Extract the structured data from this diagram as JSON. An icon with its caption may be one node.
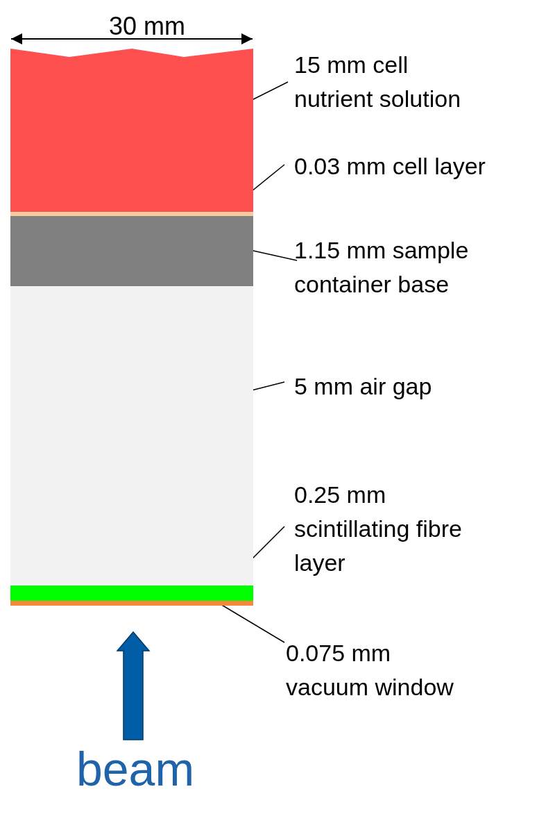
{
  "diagram": {
    "nodes": [
      {
        "text": [],
        "shape": "bar"
      },
      {
        "text": [],
        "shape": "bar"
      },
      {
        "text": [],
        "shape": "bar"
      },
      {
        "text": [],
        "shape": "bar"
      },
      {
        "text": [],
        "shape": "bar"
      },
      {
        "text": [],
        "shape": "bar"
      },
      {
        "text": [
          "15 mm cell nutrient solution"
        ]
      },
      {
        "text": [
          "0.03 mm cell layer"
        ]
      },
      {
        "text": [
          "1.15 mm sample container base"
        ]
      },
      {
        "text": [
          "5 mm air gap"
        ]
      },
      {
        "text": [
          "0.25 mm scintillating fibre layer"
        ]
      },
      {
        "text": [
          "0.075 mm vacuum window"
        ]
      }
    ],
    "edges": [
      {
        "from": 6,
        "to": 0,
        "arrow": "none"
      },
      {
        "from": 7,
        "to": 1,
        "arrow": "none"
      },
      {
        "from": 8,
        "to": 2,
        "arrow": "none"
      },
      {
        "from": 9,
        "to": 3,
        "arrow": "none"
      },
      {
        "from": 10,
        "to": 4,
        "arrow": "none"
      },
      {
        "from": 11,
        "to": 5,
        "arrow": "none"
      }
    ],
    "labels": [
      "30 mm",
      "beam"
    ]
  }
}
